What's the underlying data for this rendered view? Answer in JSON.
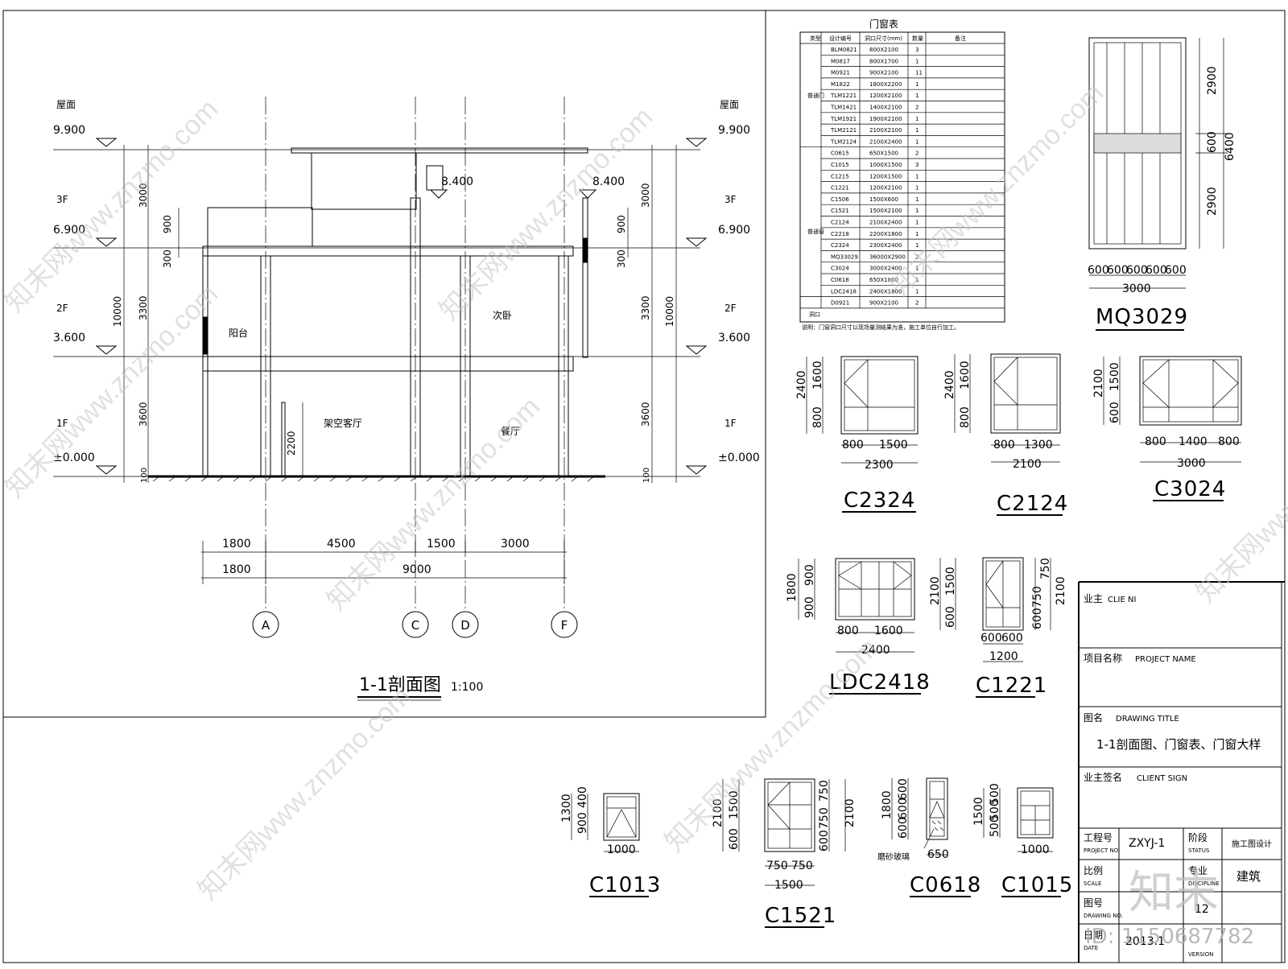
{
  "section": {
    "title": "1-1剖面图",
    "scale": "1:100",
    "levels_left": [
      {
        "name": "屋面",
        "value": "9.900"
      },
      {
        "name": "3F",
        "value": "6.900"
      },
      {
        "name": "2F",
        "value": "3.600"
      },
      {
        "name": "1F",
        "value": "±0.000"
      }
    ],
    "levels_right": [
      {
        "name": "屋面",
        "value": "9.900"
      },
      {
        "name": "3F",
        "value": "6.900"
      },
      {
        "name": "2F",
        "value": "3.600"
      },
      {
        "name": "1F",
        "value": "±0.000"
      }
    ],
    "mid_levels": [
      "8.400",
      "8.400"
    ],
    "vert_dims_left": [
      "3000",
      "900",
      "300",
      "3300",
      "3600",
      "10000",
      "100"
    ],
    "vert_dims_right": [
      "3000",
      "900",
      "300",
      "3300",
      "3600",
      "10000",
      "100"
    ],
    "door_height": "2200",
    "rooms": [
      "阳台",
      "次卧",
      "架空客厅",
      "餐厅"
    ],
    "horiz_dims_row1": [
      "1800",
      "4500",
      "1500",
      "3000"
    ],
    "horiz_dims_row2": [
      "1800",
      "9000"
    ],
    "axes": [
      "A",
      "C",
      "D",
      "F"
    ]
  },
  "schedule": {
    "title": "门窗表",
    "headers": [
      "类型",
      "设计编号",
      "洞口尺寸(mm)",
      "数量",
      "备注"
    ],
    "groups": [
      "普通门",
      "普通窗",
      "洞口"
    ],
    "rows": [
      [
        "BLM0821",
        "800X2100",
        "3"
      ],
      [
        "M0817",
        "800X1700",
        "1"
      ],
      [
        "M0921",
        "900X2100",
        "11"
      ],
      [
        "M1822",
        "1800X2200",
        "1"
      ],
      [
        "TLM1221",
        "1200X2100",
        "1"
      ],
      [
        "TLM1421",
        "1400X2100",
        "2"
      ],
      [
        "TLM1921",
        "1900X2100",
        "1"
      ],
      [
        "TLM2121",
        "2100X2100",
        "1"
      ],
      [
        "TLM2124",
        "2100X2400",
        "1"
      ],
      [
        "C0615",
        "650X1500",
        "2"
      ],
      [
        "C1015",
        "1000X1500",
        "3"
      ],
      [
        "C1215",
        "1200X1500",
        "1"
      ],
      [
        "C1221",
        "1200X2100",
        "1"
      ],
      [
        "C1506",
        "1500X600",
        "1"
      ],
      [
        "C1521",
        "1500X2100",
        "1"
      ],
      [
        "C2124",
        "2100X2400",
        "1"
      ],
      [
        "C2218",
        "2200X1800",
        "1"
      ],
      [
        "C2324",
        "2300X2400",
        "1"
      ],
      [
        "MQ33029",
        "36000X2900",
        "2"
      ],
      [
        "C3024",
        "3000X2400",
        "1"
      ],
      [
        "C0618",
        "650X1800",
        "1"
      ],
      [
        "LDC2418",
        "2400X1800",
        "1"
      ],
      [
        "D0921",
        "900X2100",
        "2"
      ]
    ],
    "note": "说明：门窗洞口尺寸以现场量测结果为准，施工单位自行加工。"
  },
  "details": {
    "MQ3029": {
      "label": "MQ3029",
      "dims_v": [
        "2900",
        "600",
        "2900",
        "6400"
      ],
      "dims_h": [
        "600",
        "600",
        "600",
        "600",
        "600",
        "3000"
      ]
    },
    "C2324": {
      "label": "C2324",
      "dims_v": [
        "2400",
        "1600",
        "800"
      ],
      "dims_h": [
        "800",
        "1500",
        "2300"
      ]
    },
    "C2124": {
      "label": "C2124",
      "dims_v": [
        "2400",
        "1600",
        "800"
      ],
      "dims_h": [
        "800",
        "1300",
        "2100"
      ]
    },
    "C3024": {
      "label": "C3024",
      "dims_v": [
        "2100",
        "1500",
        "600"
      ],
      "dims_h": [
        "800",
        "1400",
        "800",
        "3000"
      ]
    },
    "LDC2418": {
      "label": "LDC2418",
      "dims_v": [
        "1800",
        "900",
        "900"
      ],
      "dims_h": [
        "800",
        "1600",
        "2400"
      ]
    },
    "C1221": {
      "label": "C1221",
      "dims_v": [
        "2100",
        "1500",
        "600",
        "750",
        "750",
        "600",
        "2100"
      ],
      "dims_h": [
        "600",
        "600",
        "1200"
      ]
    },
    "C1013": {
      "label": "C1013",
      "dims_v": [
        "1300",
        "900",
        "400"
      ],
      "dims_h": [
        "1000"
      ]
    },
    "C1521": {
      "label": "C1521",
      "dims_v": [
        "2100",
        "1500",
        "600",
        "750",
        "750",
        "600",
        "2100"
      ],
      "dims_h": [
        "750",
        "750",
        "1500"
      ]
    },
    "C0618": {
      "label": "C0618",
      "dims_v": [
        "1800",
        "600",
        "600",
        "600"
      ],
      "dims_h": [
        "650"
      ],
      "note": "磨砂玻璃"
    },
    "C1015": {
      "label": "C1015",
      "dims_v": [
        "1500",
        "500",
        "500",
        "500"
      ],
      "dims_h": [
        "1000"
      ]
    }
  },
  "title_block": {
    "owner_label": "业主",
    "owner_en": "CLIE NI",
    "project_label": "项目名称",
    "project_en": "PROJECT NAME",
    "drawing_label": "图名",
    "drawing_en": "DRAWING TITLE",
    "drawing_title": "1-1剖面图、门窗表、门窗大样",
    "sign_label": "业主签名",
    "sign_en": "CLIENT   SIGN",
    "project_no_label": "工程号",
    "project_no_en": "PROJECT NO.",
    "project_no": "ZXYJ-1",
    "status_label": "阶段",
    "status_en": "STATUS",
    "status": "施工图设计",
    "scale_label": "比例",
    "scale_en": "SCALE",
    "discipline_label": "专业",
    "discipline_en": "DISCIPLINE",
    "discipline": "建筑",
    "drawing_no_label": "图号",
    "drawing_no_en": "DRAWING NO.",
    "drawing_no": "12",
    "date_label": "日期",
    "date_en": "DATE",
    "date": "2013.1",
    "version_en": "VERSION"
  },
  "watermark": {
    "site": "知末网www.znzmo.com",
    "logo": "知末",
    "id": "ID: 1150687782"
  }
}
